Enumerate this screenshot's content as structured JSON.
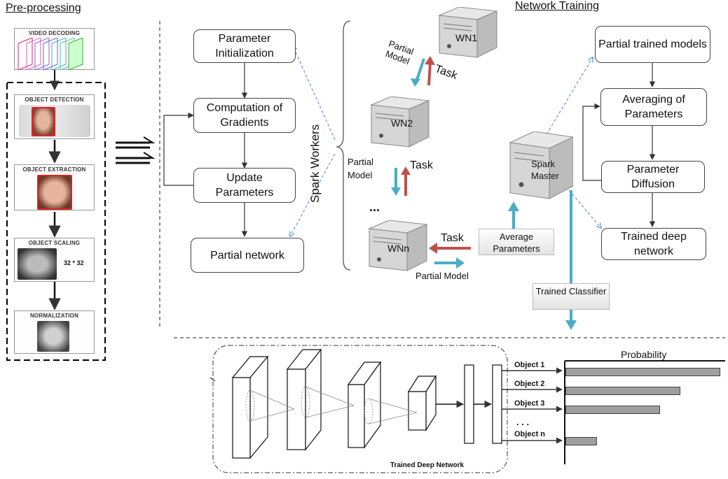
{
  "preprocessing": {
    "title": "Pre-processing",
    "steps": [
      {
        "label": "VIDEO DECODING",
        "icon": "video-frames-icon"
      },
      {
        "label": "OBJECT DETECTION",
        "icon": "face-detection-icon"
      },
      {
        "label": "OBJECT EXTRACTION",
        "icon": "face-extraction-icon"
      },
      {
        "label": "OBJECT SCALING",
        "icon": "face-scaling-icon",
        "extra": "32 * 32"
      },
      {
        "label": "NORMALIZATION",
        "icon": "face-normalized-icon"
      }
    ]
  },
  "training": {
    "title": "Network Training",
    "local_steps": [
      "Parameter Initialization",
      "Computation of Gradients",
      "Update Parameters",
      "Partial network"
    ],
    "spark_workers_label": "Spark Workers",
    "workers": [
      {
        "name": "WN1",
        "model_label": "Partial Model",
        "task_label": "Task"
      },
      {
        "name": "WN2",
        "model_label": "Partial Model",
        "task_label": "Task"
      },
      {
        "name": "WNn",
        "model_label": "Partial Model",
        "task_label": "Task"
      }
    ],
    "ellipsis": "...",
    "master": "Spark Master",
    "average_label": "Average Parameters",
    "trained_label": "Trained Classifier",
    "master_steps": [
      "Partial trained models",
      "Averaging of Parameters",
      "Parameter Diffusion",
      "Trained deep network"
    ]
  },
  "network": {
    "caption": "Trained Deep Network",
    "probability_title": "Probability",
    "objects": [
      {
        "label": "Object 1",
        "probability": 0.98
      },
      {
        "label": "Object 2",
        "probability": 0.73
      },
      {
        "label": "Object 3",
        "probability": 0.6
      },
      {
        "label": "Object n",
        "probability": 0.2
      }
    ],
    "dots": ". . ."
  },
  "colors": {
    "task_arrow": "#c0504d",
    "model_arrow": "#4bacc6",
    "dashed_arrow": "#5b8fd0"
  }
}
